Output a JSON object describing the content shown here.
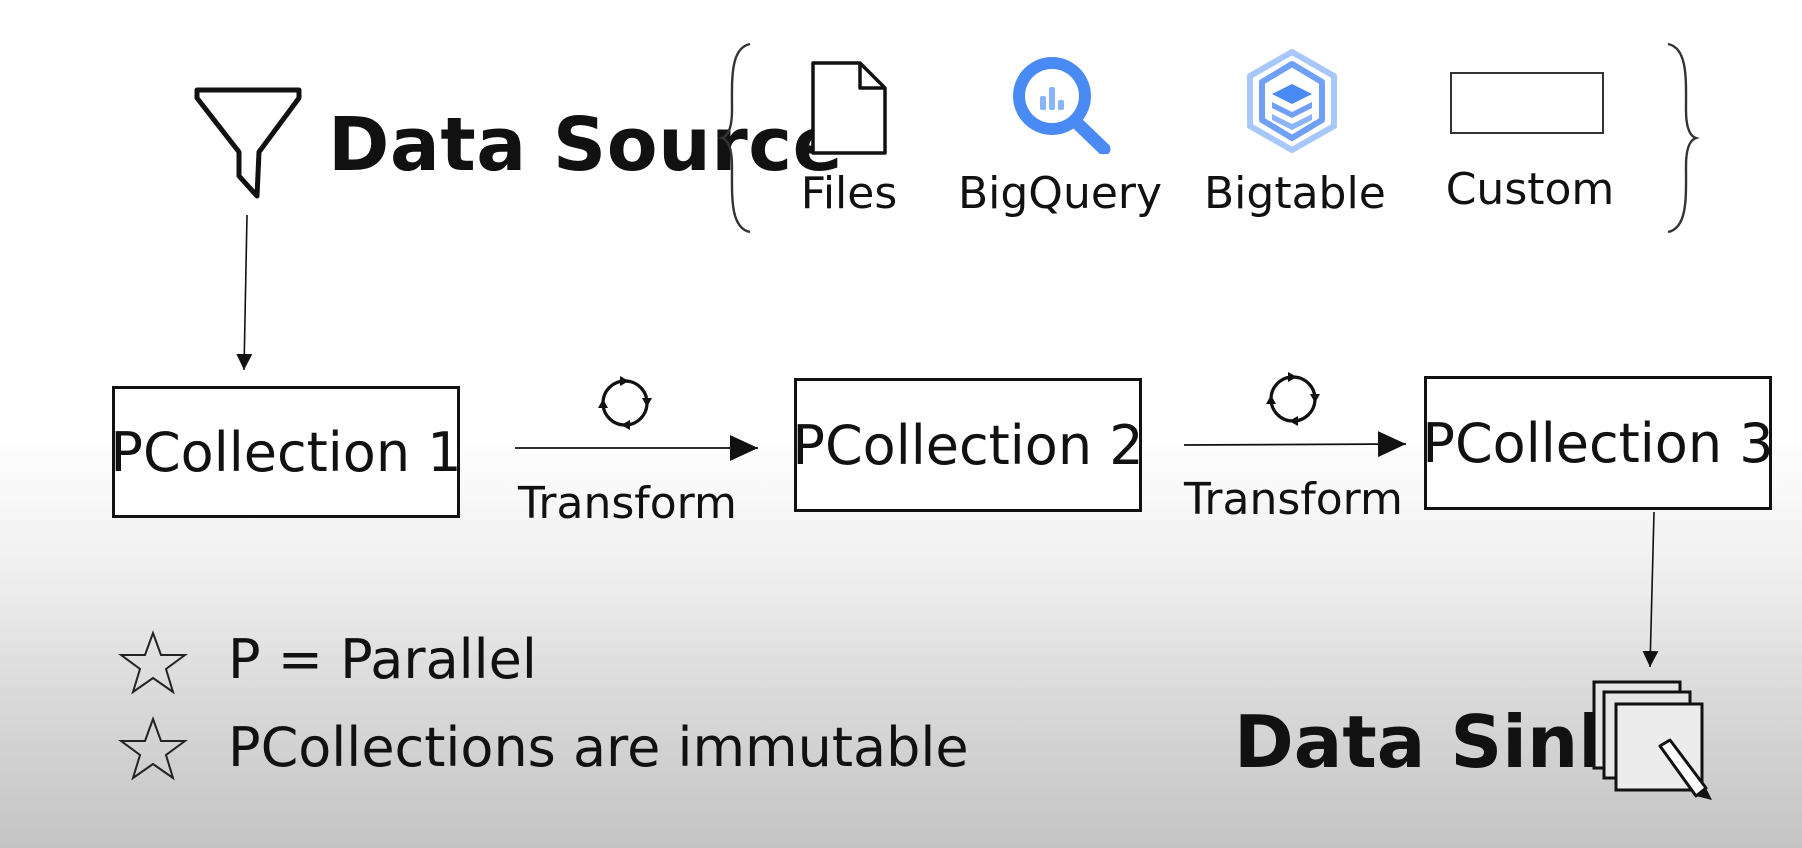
{
  "source": {
    "title": "Data Source",
    "items": [
      {
        "label": "Files",
        "icon": "file-icon"
      },
      {
        "label": "BigQuery",
        "icon": "bigquery-icon"
      },
      {
        "label": "Bigtable",
        "icon": "bigtable-icon"
      },
      {
        "label": "Custom",
        "icon": "custom-box-icon"
      }
    ]
  },
  "pipeline": {
    "collections": [
      "PCollection 1",
      "PCollection 2",
      "PCollection 3"
    ],
    "transforms": [
      "Transform",
      "Transform"
    ]
  },
  "notes": [
    "P = Parallel",
    "PCollections are immutable"
  ],
  "sink": {
    "title": "Data Sink"
  },
  "colors": {
    "google_blue": "#4a8af4",
    "bigtable_blue": "#6fa0f5"
  }
}
